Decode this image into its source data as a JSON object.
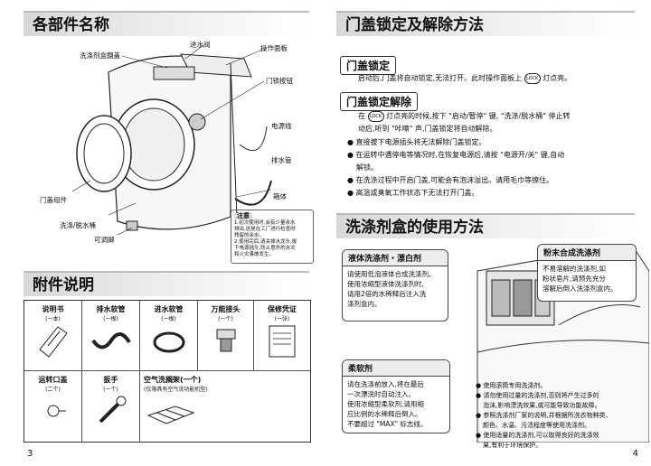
{
  "left": {
    "section1_title": "各部件名称",
    "labels": {
      "inlet_valve": "进水阀",
      "detergent_cover": "洗涤剂盒翻盖",
      "control_panel": "操作面板",
      "door_button": "门锁按钮",
      "power_cord": "电源线",
      "drain_hose": "排水管",
      "cabinet": "箱体",
      "door": "门盖组件",
      "tub": "洗涤/脱水桶",
      "foot": "可调脚"
    },
    "note": {
      "title": "注意",
      "lines": [
        "1.初次使用时,会有少量余水",
        "排出,这是在工厂进行检查时",
        "残留的余水。",
        "2.使用完后,请关掉水龙头,拔",
        "下电源插头,防止意外的水灾",
        "和火灾事故发生。"
      ]
    },
    "section2_title": "附件说明",
    "accessories_row1": [
      {
        "name": "说明书",
        "qty": "(一本)"
      },
      {
        "name": "排水软管",
        "qty": "(一根)"
      },
      {
        "name": "进水软管",
        "qty": "(一根)"
      },
      {
        "name": "万能接头",
        "qty": "(一个)"
      },
      {
        "name": "保修凭证",
        "qty": "(一张)"
      }
    ],
    "accessories_row2": [
      {
        "name": "运转口盖",
        "qty": "(二个)"
      },
      {
        "name": "扳手",
        "qty": "(一个)"
      },
      {
        "name": "空气洗搁架(一个)",
        "qty": "(仅限具有空气洗功能机型)"
      }
    ],
    "page_number": "3"
  },
  "right": {
    "section1_title": "门盖锁定及解除方法",
    "lock_tag": "门盖锁定",
    "lock_text_a": "启动后,门盖将自动锁定,无法打开。此时操作面板上",
    "lock_icon": "LOCK",
    "lock_text_b": "灯点亮。",
    "unlock_tag": "门盖锁定解除",
    "unlock_line1_a": "在",
    "unlock_line1_b": "灯点亮的时候,按下 \"启动/暂停\" 键, \"洗涤/脱水桶\" 停止转",
    "unlock_line2": "动后,听到 \"咔嚓\" 声,门盖锁定将自动解除。",
    "bullets": [
      "直接拔下电源插头将无法解除门盖锁定。",
      "在运转中遇停电等情况时,在恢复电源后,请按 \"电源开/关\" 键,自动",
      "解锁。",
      "在洗涤过程中开启门盖,可能会有泡沫溢出。请用毛巾等擦住。",
      "高温或臭氧工作状态下无法打开门盖。"
    ],
    "section2_title": "洗涤剂盒的使用方法",
    "liquid": {
      "title": "液体洗涤剂・漂白剂",
      "lines": [
        "请使用低泡液体合成洗涤剂。",
        "使用浓缩型液体洗涤剂时,",
        "请用2倍的水稀释后注入洗",
        "涤剂盒内。"
      ]
    },
    "powder": {
      "title": "粉末合成洗涤剂",
      "lines": [
        "不易溶解的洗涤剂,如",
        "粉状皂片,请预先充分",
        "溶解后倒入洗涤剂盒内。"
      ]
    },
    "softener": {
      "title": "柔软剂",
      "lines": [
        "请在洗涤前放入,将在最后",
        "一次漂洗时自动注入。",
        "使用浓缩型柔软剂,请用相",
        "应比例的水稀释后倒入。",
        "不要超过 \"MAX\" 标志线。"
      ]
    },
    "bottom_bullets": [
      "使用滚筒专用洗涤剂。",
      "请勿使用过量的洗涤剂,否则将产生过多的",
      "泡沫,影响漂洗效果,或可能导致功能故障。",
      "参照洗涤剂厂家的说明,并根据所洗衣物种类、",
      "颜色、水温、污渍程度等使用洗涤剂。",
      "使用适量的洗涤剂,可以取得良好的洗涤效",
      "果,有利于环境保护。"
    ],
    "page_number": "4"
  }
}
